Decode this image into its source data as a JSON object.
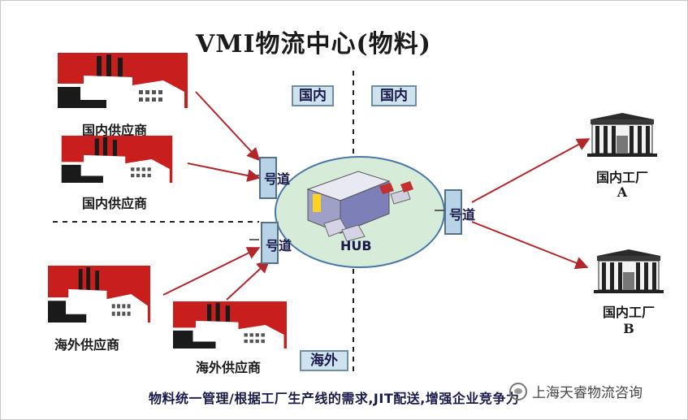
{
  "title": "VMI物流中心(物料)",
  "zone_tags": {
    "domestic_left": "国内",
    "domestic_right": "国内",
    "overseas": "海外"
  },
  "suppliers": [
    {
      "label": "国内供应商"
    },
    {
      "label": "国内供应商"
    },
    {
      "label": "海外供应商"
    },
    {
      "label": "海外供应商"
    }
  ],
  "hub": {
    "label": "HUB"
  },
  "docks": {
    "label": "号道"
  },
  "plants": [
    {
      "name": "国内工厂",
      "code": "A"
    },
    {
      "name": "国内工厂",
      "code": "B"
    }
  ],
  "footer": "物料统一管理/根据工厂生产线的需求,JIT配送,增强企业竞争力",
  "watermark": "上海天睿物流咨询",
  "colors": {
    "factory_red": "#c81e1e",
    "arrow_red": "#b3262b",
    "hub_fill": "#d7ebd9",
    "hub_stroke": "#4a78a6",
    "tag_fill": "#cfe3ef"
  }
}
